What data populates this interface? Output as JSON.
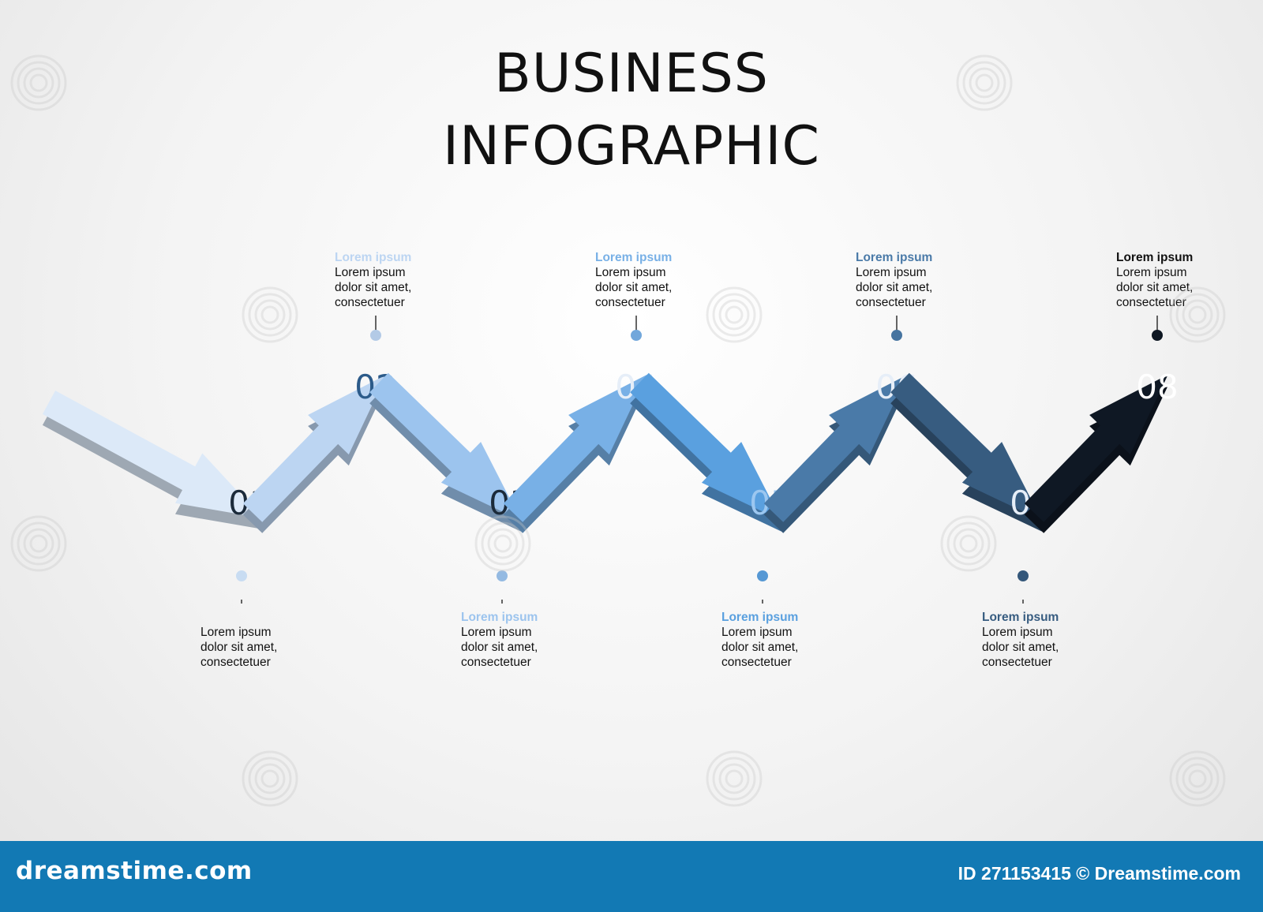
{
  "title": {
    "line1": "BUSINESS",
    "line2": "INFOGRAPHIC"
  },
  "steps": [
    {
      "number": "01",
      "color": "#dce9f8",
      "heading": "",
      "heading_color": "#c8dcf2",
      "lines": [
        "Lorem ipsum",
        "dolor sit amet,",
        "consectetuer"
      ]
    },
    {
      "number": "02",
      "color": "#bcd5f2",
      "heading": "Lorem ipsum",
      "heading_color": "#bcd5f2",
      "lines": [
        "Lorem ipsum",
        "dolor sit amet,",
        "consectetuer"
      ]
    },
    {
      "number": "03",
      "color": "#9cc4ee",
      "heading": "Lorem ipsum",
      "heading_color": "#9cc4ee",
      "lines": [
        "Lorem ipsum",
        "dolor sit amet,",
        "consectetuer"
      ]
    },
    {
      "number": "04",
      "color": "#78b0e6",
      "heading": "Lorem ipsum",
      "heading_color": "#78b0e6",
      "lines": [
        "Lorem ipsum",
        "dolor sit amet,",
        "consectetuer"
      ]
    },
    {
      "number": "05",
      "color": "#5aa0df",
      "heading": "Lorem ipsum",
      "heading_color": "#5aa0df",
      "lines": [
        "Lorem ipsum",
        "dolor sit amet,",
        "consectetuer"
      ]
    },
    {
      "number": "06",
      "color": "#4a7aa8",
      "heading": "Lorem ipsum",
      "heading_color": "#4a7aa8",
      "lines": [
        "Lorem ipsum",
        "dolor sit amet,",
        "consectetuer"
      ]
    },
    {
      "number": "07",
      "color": "#375c80",
      "heading": "Lorem ipsum",
      "heading_color": "#375c80",
      "lines": [
        "Lorem ipsum",
        "dolor sit amet,",
        "consectetuer"
      ]
    },
    {
      "number": "08",
      "color": "#0f1824",
      "heading": "Lorem ipsum",
      "heading_color": "#111111",
      "lines": [
        "Lorem ipsum",
        "dolor sit amet,",
        "consectetuer"
      ]
    }
  ],
  "footer": {
    "brand": "dreamstime.com",
    "image_id": "ID 271153415 © Dreamstime.com",
    "background": "#1279b4"
  }
}
